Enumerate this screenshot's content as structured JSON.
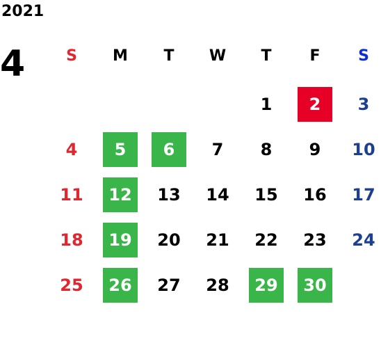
{
  "calendar": {
    "year": "2021",
    "month": "4",
    "weekdays": [
      {
        "label": "S",
        "color": "#e0262f"
      },
      {
        "label": "M",
        "color": "#000000"
      },
      {
        "label": "T",
        "color": "#000000"
      },
      {
        "label": "W",
        "color": "#000000"
      },
      {
        "label": "T",
        "color": "#000000"
      },
      {
        "label": "F",
        "color": "#000000"
      },
      {
        "label": "S",
        "color": "#0b2fd4"
      }
    ],
    "days": [
      {
        "day": "1",
        "row": 0,
        "col": 4
      },
      {
        "day": "2",
        "row": 0,
        "col": 5,
        "highlight": "red"
      },
      {
        "day": "3",
        "row": 0,
        "col": 6
      },
      {
        "day": "4",
        "row": 1,
        "col": 0
      },
      {
        "day": "5",
        "row": 1,
        "col": 1,
        "highlight": "green"
      },
      {
        "day": "6",
        "row": 1,
        "col": 2,
        "highlight": "green"
      },
      {
        "day": "7",
        "row": 1,
        "col": 3
      },
      {
        "day": "8",
        "row": 1,
        "col": 4
      },
      {
        "day": "9",
        "row": 1,
        "col": 5
      },
      {
        "day": "10",
        "row": 1,
        "col": 6
      },
      {
        "day": "11",
        "row": 2,
        "col": 0
      },
      {
        "day": "12",
        "row": 2,
        "col": 1,
        "highlight": "green"
      },
      {
        "day": "13",
        "row": 2,
        "col": 2
      },
      {
        "day": "14",
        "row": 2,
        "col": 3
      },
      {
        "day": "15",
        "row": 2,
        "col": 4
      },
      {
        "day": "16",
        "row": 2,
        "col": 5
      },
      {
        "day": "17",
        "row": 2,
        "col": 6
      },
      {
        "day": "18",
        "row": 3,
        "col": 0
      },
      {
        "day": "19",
        "row": 3,
        "col": 1,
        "highlight": "green"
      },
      {
        "day": "20",
        "row": 3,
        "col": 2
      },
      {
        "day": "21",
        "row": 3,
        "col": 3
      },
      {
        "day": "22",
        "row": 3,
        "col": 4
      },
      {
        "day": "23",
        "row": 3,
        "col": 5
      },
      {
        "day": "24",
        "row": 3,
        "col": 6
      },
      {
        "day": "25",
        "row": 4,
        "col": 0
      },
      {
        "day": "26",
        "row": 4,
        "col": 1,
        "highlight": "green"
      },
      {
        "day": "27",
        "row": 4,
        "col": 2
      },
      {
        "day": "28",
        "row": 4,
        "col": 3
      },
      {
        "day": "29",
        "row": 4,
        "col": 4,
        "highlight": "green"
      },
      {
        "day": "30",
        "row": 4,
        "col": 5,
        "highlight": "green"
      }
    ],
    "colors": {
      "sunday": "#e0262f",
      "saturday": "#1c3f8f",
      "holiday_green": "#3ab54a",
      "holiday_red": "#e60026"
    }
  }
}
